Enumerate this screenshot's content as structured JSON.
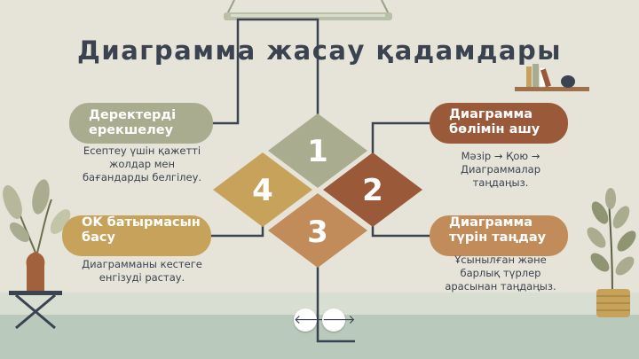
{
  "slide": {
    "title": "Диаграмма жасау қадамдары"
  },
  "steps": [
    {
      "number": "1",
      "heading": "Деректерді ерекшелеу",
      "description": "Есептеу үшін қажетті жолдар мен бағандарды белгілеу."
    },
    {
      "number": "2",
      "heading": "Диаграмма бөлімін ашу",
      "description": "Мәзір → Қою → Диаграммалар таңдаңыз."
    },
    {
      "number": "3",
      "heading": "Диаграмма түрін таңдау",
      "description": "Ұсынылған және барлық түрлер арасынан таңдаңыз."
    },
    {
      "number": "4",
      "heading": "OK батырмасын басу",
      "description": "Диаграмманы кестеге енгізуді растау."
    }
  ],
  "navigation": {
    "prev_icon": "arrow-left-icon",
    "next_icon": "arrow-right-icon",
    "prev_glyph": "🡐",
    "next_glyph": "🡒"
  },
  "colors": {
    "step1": "#a9ac8f",
    "step2": "#9a5a3a",
    "step3": "#c18c5a",
    "step4": "#c7a25a",
    "title": "#3c4350"
  }
}
